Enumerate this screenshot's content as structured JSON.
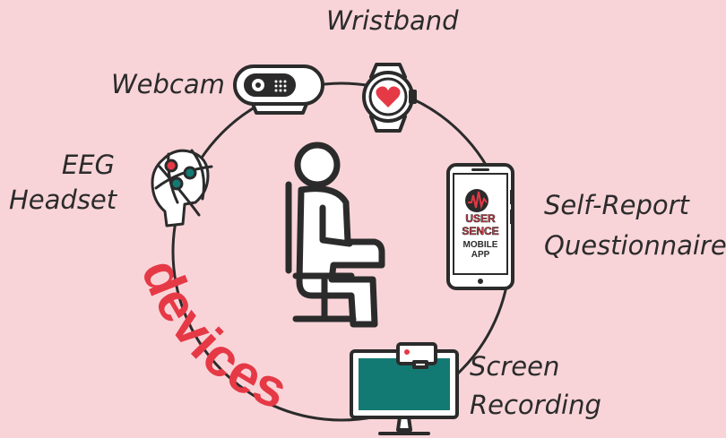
{
  "labels": {
    "wristband": "Wristband",
    "webcam": "Webcam",
    "eeg_line1": "EEG",
    "eeg_line2": "Headset",
    "self_report_line1": "Self-Report",
    "self_report_line2": "Questionnaire",
    "screen_line1": "Screen",
    "screen_line2": "Recording"
  },
  "curved_title": "devices",
  "app_logo": {
    "line1": "USER",
    "line2": "SENCE",
    "line3": "MOBILE",
    "line4": "APP"
  },
  "colors": {
    "background": "#f8d4d8",
    "outline": "#2b2b2b",
    "accent_red": "#e63946",
    "accent_teal": "#137a73",
    "white": "#ffffff"
  }
}
